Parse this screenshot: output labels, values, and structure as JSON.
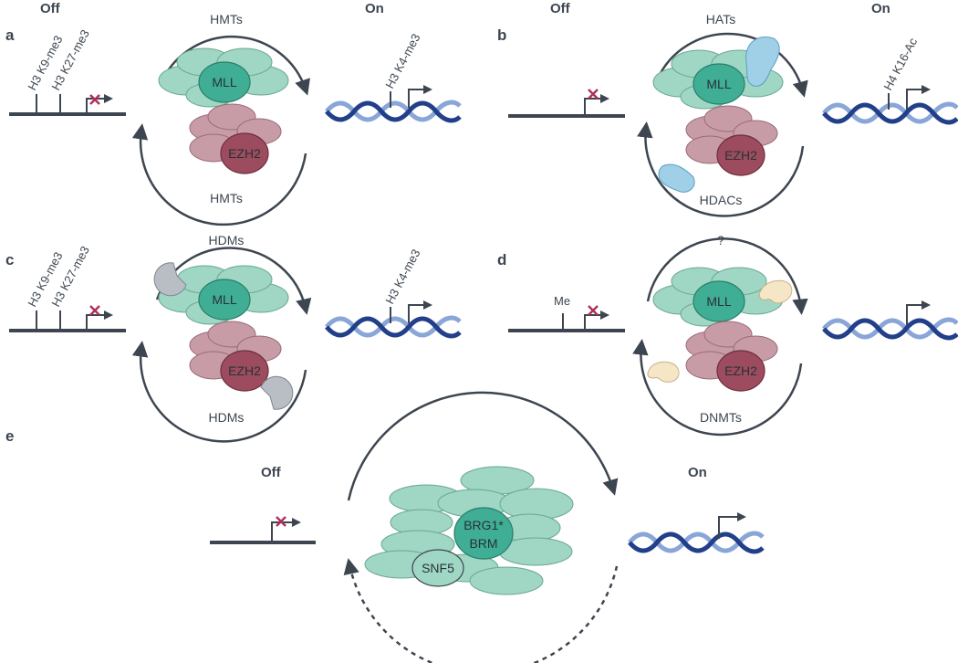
{
  "colors": {
    "dark": "#3d4650",
    "teal": "#9fd6c4",
    "teal_dark": "#3fae94",
    "mauve": "#c89ca6",
    "maroon": "#9c4c5e",
    "blue": "#9fd0e8",
    "grey": "#b8bec4",
    "cream": "#f5e6c6",
    "cross": "#b0305a",
    "dna_dark": "#223f8a",
    "dna_light": "#8aa6d8"
  },
  "panels": {
    "a": {
      "label": "a",
      "off": "Off",
      "on": "On",
      "top_enzyme": "HMTs",
      "bottom_enzyme": "HMTs",
      "off_marks": [
        "H3 K9-me3",
        "H3 K27-me3"
      ],
      "on_mark": "H3 K4-me3",
      "top_complex": "MLL",
      "bottom_complex": "EZH2"
    },
    "b": {
      "label": "b",
      "off": "Off",
      "on": "On",
      "top_enzyme": "HATs",
      "bottom_enzyme": "HDACs",
      "on_mark": "H4 K16-Ac",
      "top_complex": "MLL",
      "bottom_complex": "EZH2"
    },
    "c": {
      "label": "c",
      "top_enzyme": "HDMs",
      "bottom_enzyme": "HDMs",
      "off_marks": [
        "H3 K9-me3",
        "H3 K27-me3"
      ],
      "on_mark": "H3 K4-me3",
      "top_complex": "MLL",
      "bottom_complex": "EZH2"
    },
    "d": {
      "label": "d",
      "top_enzyme": "?",
      "bottom_enzyme": "DNMTs",
      "off_mark": "Me",
      "top_complex": "MLL",
      "bottom_complex": "EZH2"
    },
    "e": {
      "label": "e",
      "off": "Off",
      "on": "On",
      "core_top": "BRG1*",
      "core_bottom": "BRM",
      "snf5": "SNF5"
    }
  }
}
